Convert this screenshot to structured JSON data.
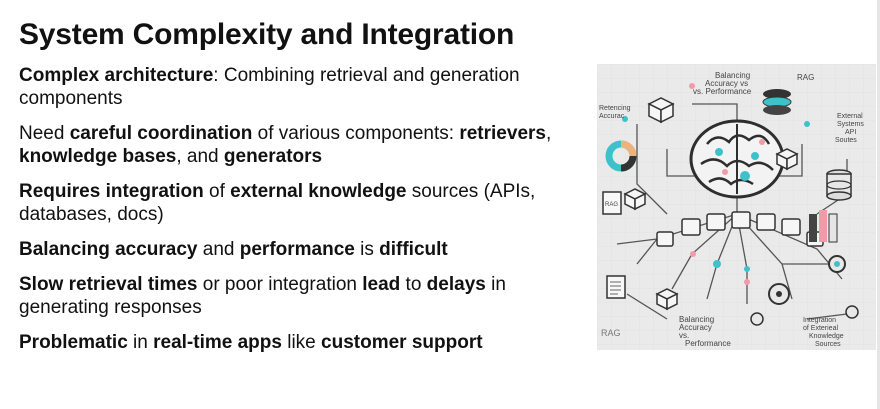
{
  "slide": {
    "title": "System Complexity and Integration",
    "bullets": [
      {
        "segments": [
          {
            "text": "Complex architecture",
            "bold": true
          },
          {
            "text": ": Combining retrieval and generation components",
            "bold": false
          }
        ]
      },
      {
        "segments": [
          {
            "text": "Need ",
            "bold": false
          },
          {
            "text": "careful coordination",
            "bold": true
          },
          {
            "text": " of various components: ",
            "bold": false
          },
          {
            "text": "retrievers",
            "bold": true
          },
          {
            "text": ", ",
            "bold": false
          },
          {
            "text": "knowledge bases",
            "bold": true
          },
          {
            "text": ", and ",
            "bold": false
          },
          {
            "text": "generators",
            "bold": true
          }
        ]
      },
      {
        "segments": [
          {
            "text": "Requires integration",
            "bold": true
          },
          {
            "text": " of ",
            "bold": false
          },
          {
            "text": "external knowledge",
            "bold": true
          },
          {
            "text": " sources (APIs, databases, docs)",
            "bold": false
          }
        ]
      },
      {
        "segments": [
          {
            "text": "Balancing accuracy",
            "bold": true
          },
          {
            "text": " and ",
            "bold": false
          },
          {
            "text": "performance",
            "bold": true
          },
          {
            "text": " is ",
            "bold": false
          },
          {
            "text": "difficult",
            "bold": true
          }
        ]
      },
      {
        "segments": [
          {
            "text": "Slow retrieval times",
            "bold": true
          },
          {
            "text": " or poor integration ",
            "bold": false
          },
          {
            "text": "lead",
            "bold": true
          },
          {
            "text": " to ",
            "bold": false
          },
          {
            "text": "delays",
            "bold": true
          },
          {
            "text": " in generating responses",
            "bold": false
          }
        ]
      },
      {
        "segments": [
          {
            "text": "Problematic",
            "bold": true
          },
          {
            "text": " in ",
            "bold": false
          },
          {
            "text": "real-time apps",
            "bold": true
          },
          {
            "text": " like ",
            "bold": false
          },
          {
            "text": "customer support",
            "bold": true
          }
        ]
      }
    ]
  },
  "illustration": {
    "labels": {
      "top_center": [
        "Balancing",
        "Accuracy vs",
        "vs. Performance"
      ],
      "top_right": "RAG",
      "left_top": [
        "Retencing",
        "Accurac"
      ],
      "right_top": [
        "External",
        "Systems",
        "API",
        "Soutes"
      ],
      "left_middle": "RAG",
      "bottom_left": "RAG",
      "bottom_center": [
        "Balancing",
        "Accuracy",
        "vs.",
        "Performance"
      ],
      "bottom_right": [
        "Integration",
        "of Exterieal",
        "Knowledge",
        "Sources"
      ]
    },
    "colors": {
      "teal": "#3fc1c9",
      "pink": "#f19aa8",
      "orange": "#f0b27a",
      "dark": "#3a3a3a"
    }
  }
}
